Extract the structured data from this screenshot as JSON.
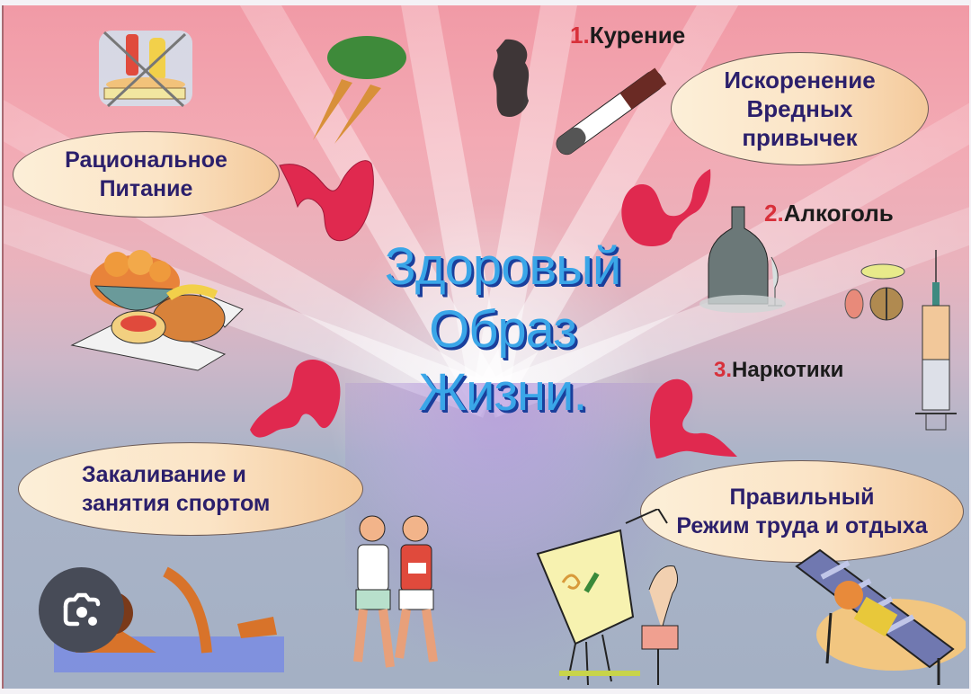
{
  "poster": {
    "title_lines": [
      "Здоровый",
      "Образ",
      "Жизни."
    ],
    "nodes": {
      "nutrition": {
        "lines": [
          "Рациональное",
          "Питание"
        ]
      },
      "habits": {
        "lines": [
          "Искоренение",
          "Вредных",
          "привычек"
        ]
      },
      "sport": {
        "lines": [
          "Закаливание и",
          "занятия спортом"
        ]
      },
      "regime": {
        "lines": [
          "Правильный",
          "Режим труда и отдыха"
        ]
      }
    },
    "habits_list": [
      {
        "num": "1.",
        "label": "Курение"
      },
      {
        "num": "2.",
        "label": "Алкоголь"
      },
      {
        "num": "3.",
        "label": "Наркотики"
      }
    ],
    "colors": {
      "title": "#3aa6e8",
      "title_shadow": "#1a3f9c",
      "node_text": "#2b1f6b",
      "arrow": "#e0294f",
      "number": "#d8303a"
    },
    "illustrations": [
      "junk-food-crossed",
      "carrots",
      "fruit-basket",
      "cigarette",
      "smoke",
      "wine-bottle",
      "pills",
      "syringe",
      "swimmer",
      "runners",
      "artist-at-easel",
      "person-on-sunbed"
    ]
  },
  "overlay": {
    "lens_button": "google-lens-icon"
  }
}
